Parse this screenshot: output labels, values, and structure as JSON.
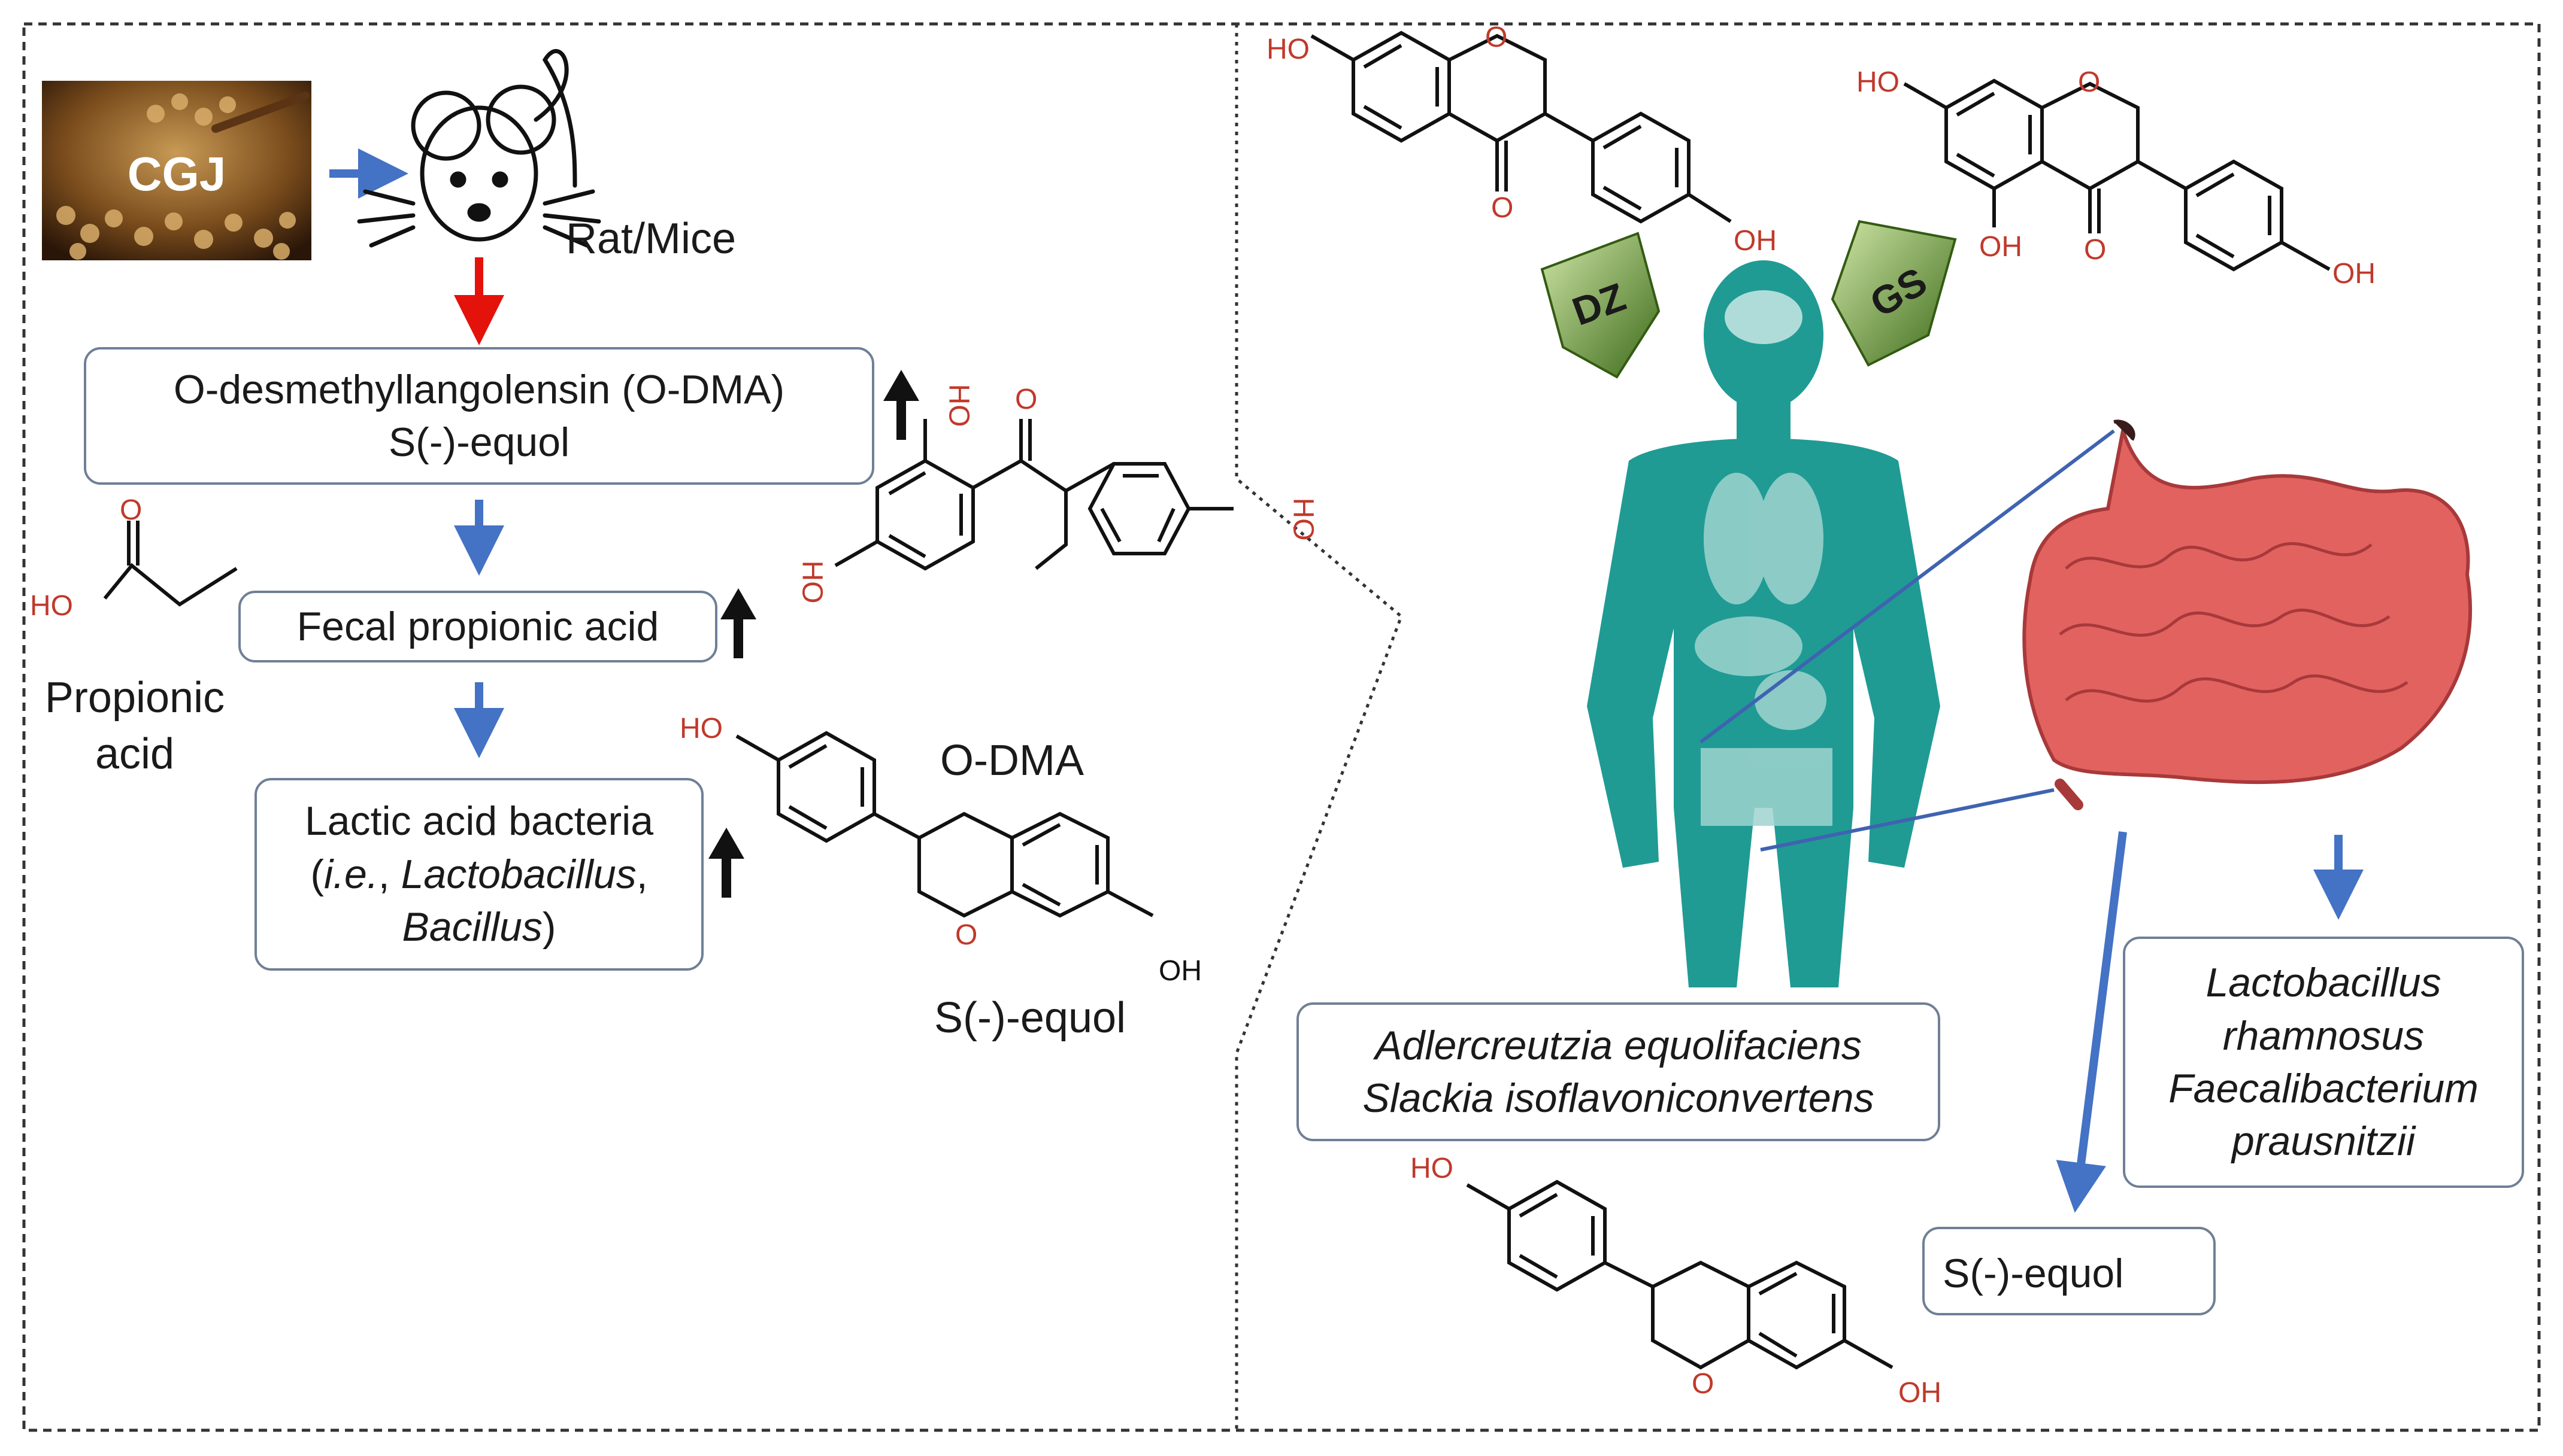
{
  "left_panel": {
    "food_label": "CGJ",
    "animal_label": "Rat/Mice",
    "box1": {
      "line1": "O-desmethyllangolensin (O-DMA)",
      "line2": "S(-)-equol"
    },
    "box2": {
      "line1": "Fecal propionic acid"
    },
    "box3": {
      "line1": "Lactic acid bacteria",
      "line2_prefix": "(",
      "line2_ie": "i.e.",
      "line2_mid": ", ",
      "line2_genus": "Lactobacillus",
      "line2_suffix": ",",
      "line3_genus": "Bacillus",
      "line3_suffix": ")"
    },
    "propionic_label": {
      "line1": "Propionic",
      "line2": "acid"
    },
    "odma_label": "O-DMA",
    "equol_label": "S(-)-equol",
    "chem_ho": "HO",
    "chem_oh": "OH",
    "chem_o": "O"
  },
  "right_panel": {
    "dz_label": "DZ",
    "gs_label": "GS",
    "box_a": {
      "line1": "Adlercreutzia equolifaciens",
      "line2": "Slackia isoflavoniconvertens"
    },
    "box_b": {
      "line1": "Lactobacillus",
      "line2": "rhamnosus",
      "line3": "Faecalibacterium",
      "line4": "prausnitzii"
    },
    "box_c": {
      "line1": "S(-)-equol"
    },
    "chem_ho": "HO",
    "chem_oh": "OH",
    "chem_o": "O"
  },
  "colors": {
    "blue_arrow": "#4472c4",
    "red_arrow": "#e3120b",
    "dark_red_arrow": "#a01818",
    "body_teal": "#1f9b94",
    "intestine": "#e2625f",
    "chevron_green": "#5b8c2a",
    "chem_hetero": "#c0392b"
  }
}
